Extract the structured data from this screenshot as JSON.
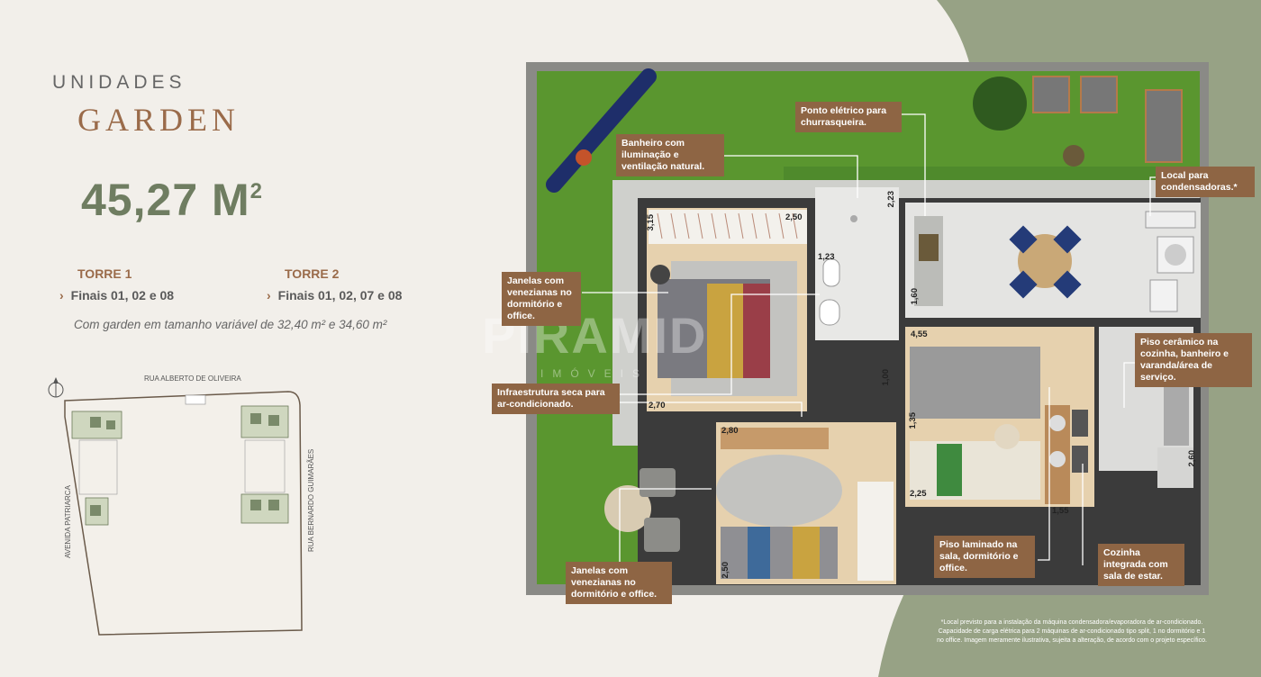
{
  "header": {
    "eyebrow": "UNIDADES",
    "title": "GARDEN",
    "area_value": "45,27 M",
    "area_sup": "2"
  },
  "towers": [
    {
      "name": "TORRE 1",
      "finals": "Finais 01, 02 e 08"
    },
    {
      "name": "TORRE 2",
      "finals": "Finais 01, 02, 07 e 08"
    }
  ],
  "garden_note": "Com garden em tamanho variável de 32,40 m² e 34,60 m²",
  "site_plan": {
    "street_top": "RUA ALBERTO DE OLIVEIRA",
    "street_left": "AVENIDA PATRIARCA",
    "street_right": "RUA BERNARDO GUIMARÃES"
  },
  "callouts": {
    "banheiro": "Banheiro com iluminação e ventilação natural.",
    "ponto_eletrico": "Ponto elétrico para churrasqueira.",
    "local_condensadoras": "Local para condensadoras.*",
    "janelas_dorm": "Janelas com venezianas no dormitório e office.",
    "infra_seca": "Infraestrutura seca para ar-condicionado.",
    "piso_ceramico": "Piso cerâmico na cozinha, banheiro e varanda/área de serviço.",
    "piso_laminado": "Piso laminado na sala, dormitório e office.",
    "cozinha": "Cozinha integrada com sala de estar.",
    "janelas_office": "Janelas com venezianas no dormitório e office."
  },
  "dimensions": {
    "d315": "3,15",
    "d250a": "2,50",
    "d223": "2,23",
    "d123": "1,23",
    "d160": "1,60",
    "d455": "4,55",
    "d100": "1,00",
    "d270": "2,70",
    "d280": "2,80",
    "d135": "1,35",
    "d225": "2,25",
    "d155": "1,55",
    "d260": "2,60",
    "d250b": "2,50"
  },
  "watermark": {
    "name": "PIRAMID",
    "sub": "IMÓVEIS"
  },
  "footnote": "*Local previsto para a instalação da máquina condensadora/evaporadora de ar-condicionado. Capacidade de carga elétrica para 2 máquinas de ar-condicionado tipo split, 1 no dormitório e 1 no office. Imagem meramente ilustrativa, sujeita a alteração, de acordo com o projeto específico.",
  "colors": {
    "background": "#f2efea",
    "accent_brown": "#9a6b4a",
    "callout_brown": "#8e6544",
    "sage_green": "#97a285",
    "area_green": "#6f7d61",
    "lawn_green": "#4f8a2c"
  }
}
